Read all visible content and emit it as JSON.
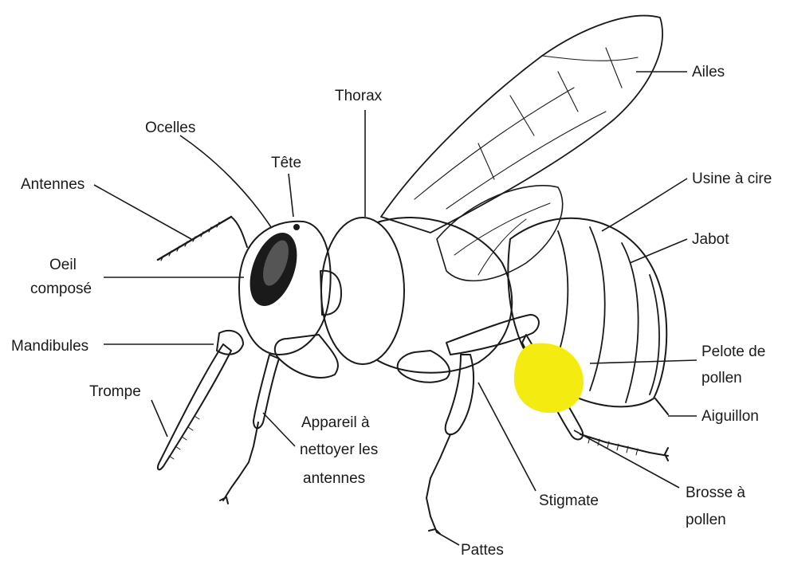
{
  "colors": {
    "pollen": "#f4ec10",
    "ink": "#1a1a1a",
    "background": "#ffffff"
  },
  "labels": {
    "ailes": "Ailes",
    "thorax": "Thorax",
    "ocelles": "Ocelles",
    "tete": "Tête",
    "antennes": "Antennes",
    "oeil_line1": "Oeil",
    "oeil_line2": "composé",
    "mandibules": "Mandibules",
    "trompe": "Trompe",
    "appareil_line1": "Appareil à",
    "appareil_line2": "nettoyer les",
    "appareil_line3": "antennes",
    "usine": "Usine à cire",
    "jabot": "Jabot",
    "pelote_line1": "Pelote de",
    "pelote_line2": "pollen",
    "aiguillon": "Aiguillon",
    "stigmate": "Stigmate",
    "brosse_line1": "Brosse à",
    "brosse_line2": "pollen",
    "pattes": "Pattes"
  }
}
